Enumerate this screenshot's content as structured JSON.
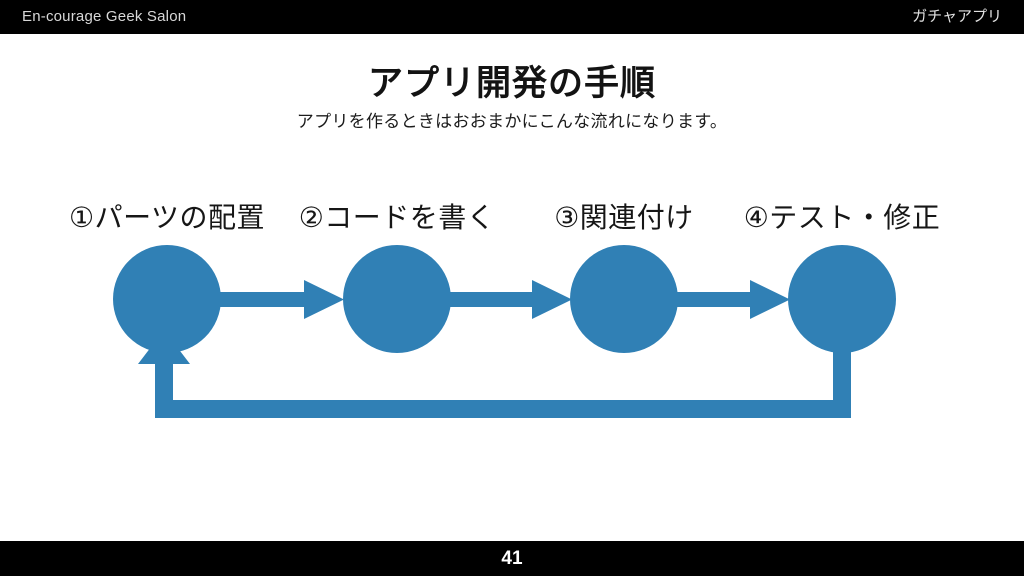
{
  "header": {
    "brand": "En-courage Geek Salon",
    "chapter": "ガチャアプリ"
  },
  "footer": {
    "page_number": "41"
  },
  "slide": {
    "title": "アプリ開発の手順",
    "subtitle": "アプリを作るときはおおまかにこんな流れになります。"
  },
  "colors": {
    "accent_blue": "#3080b5",
    "bar_black": "#000000",
    "title_text": "#131313",
    "header_text": "#d8d8d8",
    "slide_background": "#ffffff"
  },
  "diagram": {
    "type": "process-flow-cycle",
    "steps": [
      {
        "label": "①パーツの配置",
        "index": "1"
      },
      {
        "label": "②コードを書く",
        "index": "2"
      },
      {
        "label": "③関連付け",
        "index": "3"
      },
      {
        "label": "④テスト・修正",
        "index": "4"
      }
    ],
    "connectors": [
      {
        "from": "1",
        "to": "2",
        "direction": "right"
      },
      {
        "from": "2",
        "to": "3",
        "direction": "right"
      },
      {
        "from": "3",
        "to": "4",
        "direction": "right"
      },
      {
        "from": "4",
        "to": "1",
        "direction": "loop-back"
      }
    ]
  }
}
